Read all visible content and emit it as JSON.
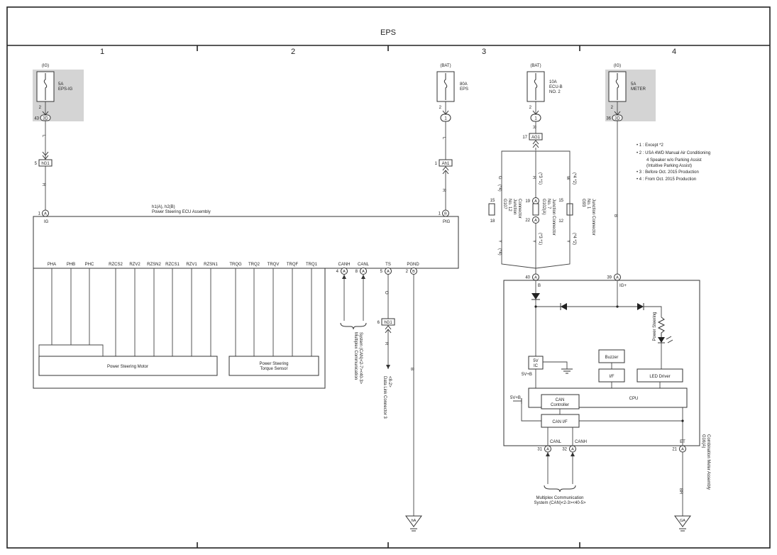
{
  "title": "EPS",
  "columns": [
    "1",
    "2",
    "3",
    "4"
  ],
  "fuses": [
    {
      "source": "(IG)",
      "pin": "2",
      "amp": "5A",
      "name": "EPS-IG"
    },
    {
      "source": "(BAT)",
      "pin": "2",
      "amp": "80A",
      "name": "EPS"
    },
    {
      "source": "(BAT)",
      "pin": "2",
      "amp": "10A",
      "name": "ECU-B",
      "name2": "NO. 2"
    },
    {
      "source": "(IG)",
      "pin": "2",
      "amp": "5A",
      "name": "METER"
    }
  ],
  "connectors": {
    "c43": {
      "pin": "43",
      "id": "3D"
    },
    "c36": {
      "pin": "36",
      "id": "3D"
    },
    "eps_conn": {
      "id": "1"
    },
    "ecub_conn": {
      "id": "1"
    },
    "hg1_a": {
      "pin": "5",
      "id": "hG1"
    },
    "hg1_b": {
      "pin": "6",
      "id": "hG1"
    },
    "ah1": {
      "pin": "1",
      "id": "Ah1"
    },
    "ag1": {
      "pin": "17",
      "id": "AG1"
    },
    "ig_pin": {
      "pin": "1",
      "id": "A"
    },
    "pig_pin": {
      "pin": "1",
      "id": "B"
    },
    "canh_pin": {
      "pin": "4",
      "id": "A"
    },
    "canl_pin": {
      "pin": "8",
      "id": "A"
    },
    "ts_pin": {
      "pin": "5",
      "id": "A"
    },
    "pgnd_pin": {
      "pin": "2",
      "id": "B"
    },
    "p19": {
      "pin": "19",
      "id": "A"
    },
    "p22": {
      "pin": "22",
      "id": "A"
    },
    "p40": {
      "pin": "40",
      "id": "A"
    },
    "p39": {
      "pin": "39",
      "id": "A"
    },
    "p31": {
      "pin": "31",
      "id": "A"
    },
    "p32": {
      "pin": "32",
      "id": "A"
    },
    "p21": {
      "pin": "21",
      "id": "A"
    }
  },
  "wire_colors": {
    "ig_top": "L",
    "ig_bot": "R",
    "eps_top": "L",
    "eps_bot": "R",
    "ecub_top": "R",
    "g_top": "G",
    "g_note": "(*4)",
    "r_top": "R",
    "r_note": "(*3 *1)",
    "w_top": "W",
    "w_note": "(*4 *2)",
    "y_left": "Y",
    "y_left_note": "(*4)",
    "y_mid": "Y",
    "y_mid_note": "(*3 *1)",
    "y_right": "Y",
    "y_right_note": "(*4 *2)",
    "meter": "B",
    "ts": "O",
    "dlc": "R",
    "pgnd": "B",
    "et": "BR"
  },
  "jc_blocks": [
    {
      "top_pin": "15",
      "bot_pin": "18",
      "code": "G107",
      "line1": "No. 12",
      "line2": "Junction",
      "line3": "Connector"
    },
    {
      "top_pin": "19",
      "bot_pin": "22",
      "code": "G102(A)",
      "line1": "No. 7",
      "line2": "Junction Connector",
      "line3": ""
    },
    {
      "top_pin": "15",
      "bot_pin": "12",
      "code": "G93",
      "line1": "No. 1",
      "line2": "Junction Connector",
      "line3": ""
    }
  ],
  "notes": [
    "• 1 : Except *2",
    "• 2 : USA 4WD Manual Air Conditioning",
    "4 Speaker w/o Parking Assist",
    "(Intuitive Parking Assist)",
    "• 3 : Before Oct.  2015 Production",
    "• 4 : From Oct.  2015 Production"
  ],
  "ecu": {
    "code": "h1(A), h2(B)",
    "name": "Power Steering ECU Assembly",
    "ig": "IG",
    "pig": "PIG",
    "terminals": [
      "PHA",
      "PHB",
      "PHC",
      "RZCS2",
      "RZV2",
      "RZSN2",
      "RZCS1",
      "RZV1",
      "RZSN1",
      "TRQG",
      "TRQ2",
      "TRQV",
      "TRQF",
      "TRQ1",
      "CANH",
      "CANL",
      "TS",
      "PGND"
    ],
    "motor": "Power Steering Motor",
    "sensor_l1": "Power Steering",
    "sensor_l2": "Torque Sensor"
  },
  "meter": {
    "code": "G16(A)",
    "name": "Combination Meter Assembly",
    "b": "B",
    "igp": "IG+",
    "fivev_a": "5V",
    "fivev_b": "IC",
    "fivev_label": "5V+B",
    "fivev_label2": "5V+B",
    "buzzer": "Buzzer",
    "if": "I/F",
    "led": "LED Driver",
    "cpu": "CPU",
    "canctl_1": "CAN",
    "canctl_2": "Controller",
    "canif": "CAN I/F",
    "canl": "CANL",
    "canh": "CANH",
    "et": "ET",
    "ps_lamp": "Power Steering"
  },
  "mpx_left_1": "Multiplex Communication",
  "mpx_left_2": "System (CAN)<2-7><40-3>",
  "dlc_1": "Data Link Connector 3",
  "dlc_2": "<8-2>",
  "mpx_bottom_1": "Multiplex Communication",
  "mpx_bottom_2": "System (CAN)<2-3><40-5>",
  "grounds": [
    "hA",
    "GA"
  ]
}
